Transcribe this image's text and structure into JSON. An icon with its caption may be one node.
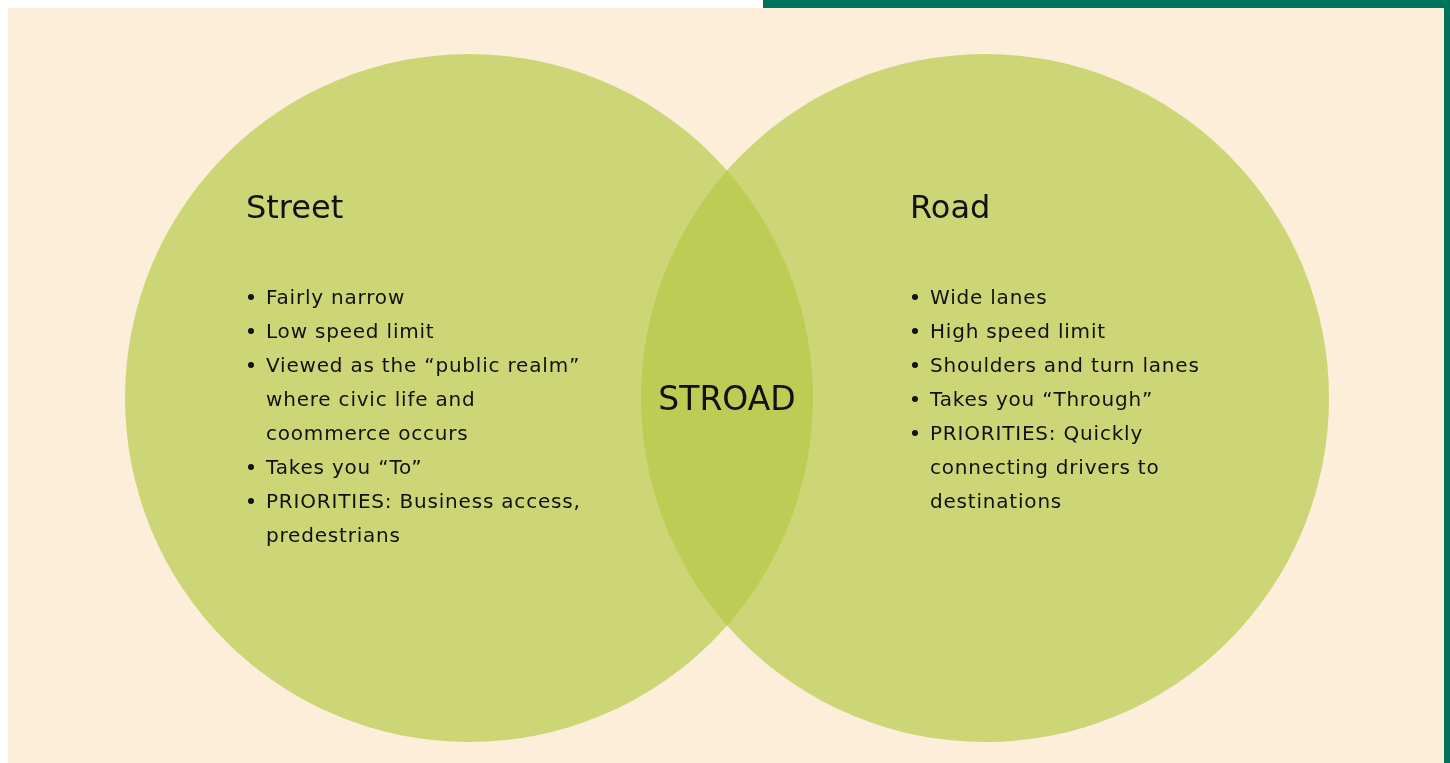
{
  "diagram": {
    "nodes": [
      {
        "text": [
          "Street",
          "Fairly narrow",
          "Low speed limit",
          "Viewed as the “public realm” where civic life and coommerce occurs",
          "Takes you “To”",
          "PRIORITIES: Business access, predestrians"
        ]
      },
      {
        "text": [
          "Road",
          "Wide lanes",
          "High speed limit",
          "Shoulders and turn lanes",
          "Takes you “Through”",
          "PRIORITIES: Quickly connecting drivers to destinations"
        ]
      },
      {
        "text": [
          "STROAD"
        ]
      }
    ]
  }
}
